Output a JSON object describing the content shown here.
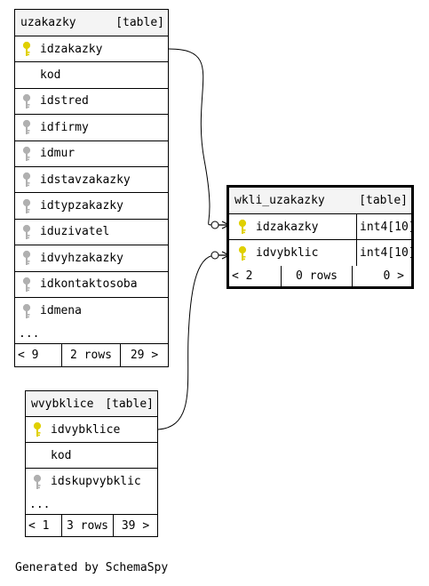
{
  "tables": {
    "uzakazky": {
      "name": "uzakazky",
      "kind": "[table]",
      "columns": [
        {
          "name": "idzakazky",
          "key": "primary"
        },
        {
          "name": "kod",
          "key": "none"
        },
        {
          "name": "idstred",
          "key": "foreign"
        },
        {
          "name": "idfirmy",
          "key": "foreign"
        },
        {
          "name": "idmur",
          "key": "foreign"
        },
        {
          "name": "idstavzakazky",
          "key": "foreign"
        },
        {
          "name": "idtypzakazky",
          "key": "foreign"
        },
        {
          "name": "iduzivatel",
          "key": "foreign"
        },
        {
          "name": "idvyhzakazky",
          "key": "foreign"
        },
        {
          "name": "idkontaktosoba",
          "key": "foreign"
        },
        {
          "name": "idmena",
          "key": "foreign"
        }
      ],
      "more": "...",
      "footer": {
        "parents": "< 9",
        "rows": "2 rows",
        "children": "29 >"
      }
    },
    "wkli_uzakazky": {
      "name": "wkli_uzakazky",
      "kind": "[table]",
      "columns": [
        {
          "name": "idzakazky",
          "type": "int4[10]",
          "key": "primary"
        },
        {
          "name": "idvybklic",
          "type": "int4[10]",
          "key": "primary"
        }
      ],
      "footer": {
        "parents": "< 2",
        "rows": "0 rows",
        "children": "0 >"
      }
    },
    "wvybklice": {
      "name": "wvybklice",
      "kind": "[table]",
      "columns": [
        {
          "name": "idvybklice",
          "key": "primary"
        },
        {
          "name": "kod",
          "key": "none"
        },
        {
          "name": "idskupvybklic",
          "key": "foreign"
        }
      ],
      "more": "...",
      "footer": {
        "parents": "< 1",
        "rows": "3 rows",
        "children": "39 >"
      }
    }
  },
  "footer_text": "Generated by SchemaSpy",
  "colors": {
    "primary_key": "#e0d000",
    "foreign_key": "#b0b0b0",
    "header_bg": "#f4f4f4",
    "line": "#000000"
  }
}
